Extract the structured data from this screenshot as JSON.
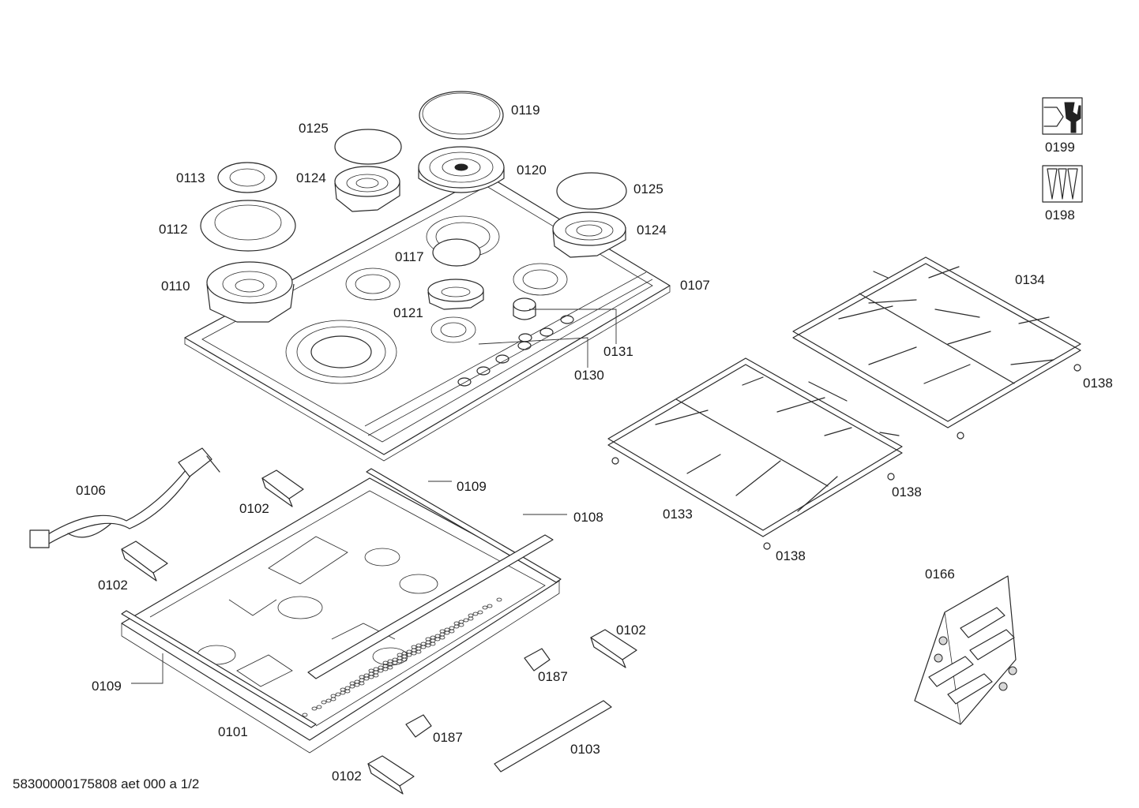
{
  "drawing": {
    "footer": "58300000175808 aet 000 a 1/2",
    "parts": [
      {
        "id": "p0119",
        "label": "0119"
      },
      {
        "id": "p0125a",
        "label": "0125"
      },
      {
        "id": "p0124a",
        "label": "0124"
      },
      {
        "id": "p0120",
        "label": "0120"
      },
      {
        "id": "p0113",
        "label": "0113"
      },
      {
        "id": "p0125b",
        "label": "0125"
      },
      {
        "id": "p0112",
        "label": "0112"
      },
      {
        "id": "p0124b",
        "label": "0124"
      },
      {
        "id": "p0117",
        "label": "0117"
      },
      {
        "id": "p0110",
        "label": "0110"
      },
      {
        "id": "p0107",
        "label": "0107"
      },
      {
        "id": "p0121",
        "label": "0121"
      },
      {
        "id": "p0131",
        "label": "0131"
      },
      {
        "id": "p0130",
        "label": "0130"
      },
      {
        "id": "p0134",
        "label": "0134"
      },
      {
        "id": "p0138a",
        "label": "0138"
      },
      {
        "id": "p0138b",
        "label": "0138"
      },
      {
        "id": "p0138c",
        "label": "0138"
      },
      {
        "id": "p0133",
        "label": "0133"
      },
      {
        "id": "p0199",
        "label": "0199"
      },
      {
        "id": "p0198",
        "label": "0198"
      },
      {
        "id": "p0106",
        "label": "0106"
      },
      {
        "id": "p0102a",
        "label": "0102"
      },
      {
        "id": "p0109a",
        "label": "0109"
      },
      {
        "id": "p0108",
        "label": "0108"
      },
      {
        "id": "p0102b",
        "label": "0102"
      },
      {
        "id": "p0166",
        "label": "0166"
      },
      {
        "id": "p0102c",
        "label": "0102"
      },
      {
        "id": "p0187a",
        "label": "0187"
      },
      {
        "id": "p0109b",
        "label": "0109"
      },
      {
        "id": "p0101",
        "label": "0101"
      },
      {
        "id": "p0187b",
        "label": "0187"
      },
      {
        "id": "p0103",
        "label": "0103"
      },
      {
        "id": "p0102d",
        "label": "0102"
      }
    ]
  }
}
